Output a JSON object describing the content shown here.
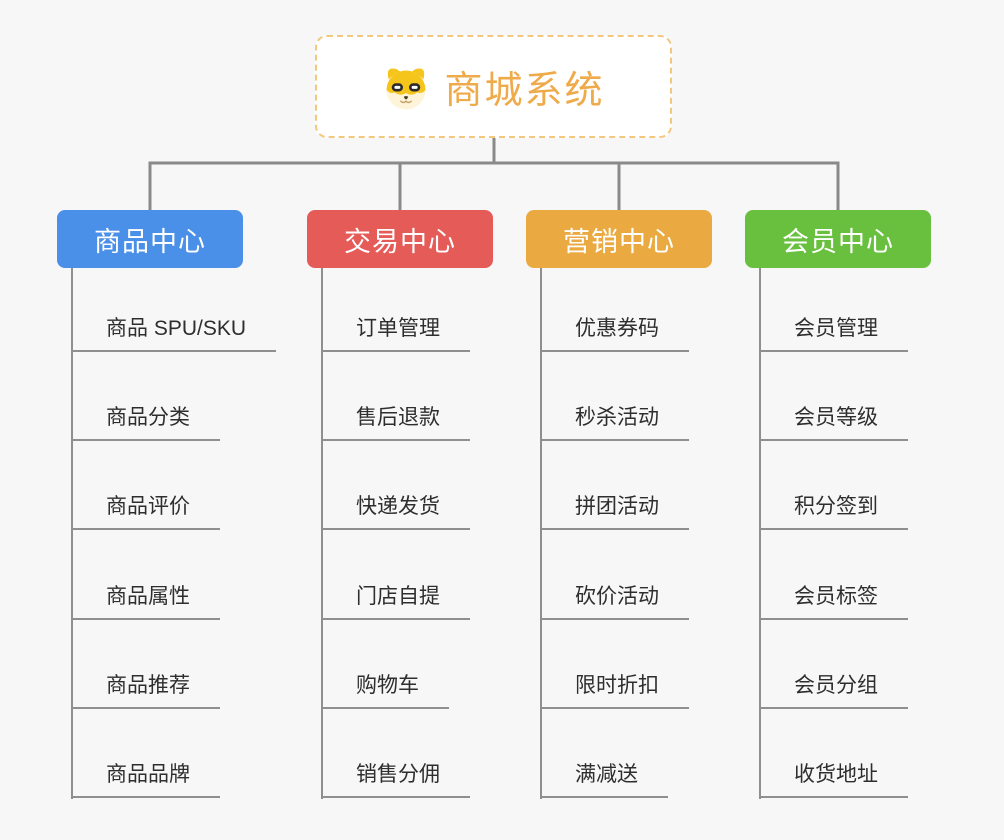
{
  "page": {
    "background": "#f7f7f7"
  },
  "root": {
    "title": "商城系统",
    "title_color": "#efaa4a",
    "border_color": "#f3c87e",
    "icon": "dog-face-icon"
  },
  "connectors": {
    "color": "#8a8a8a",
    "spine_color": "#8f8f8f"
  },
  "branches": [
    {
      "label": "商品中心",
      "color": "#4a8fe8",
      "children": [
        "商品 SPU/SKU",
        "商品分类",
        "商品评价",
        "商品属性",
        "商品推荐",
        "商品品牌"
      ]
    },
    {
      "label": "交易中心",
      "color": "#e45b58",
      "children": [
        "订单管理",
        "售后退款",
        "快递发货",
        "门店自提",
        "购物车",
        "销售分佣"
      ]
    },
    {
      "label": "营销中心",
      "color": "#eaaa41",
      "children": [
        "优惠券码",
        "秒杀活动",
        "拼团活动",
        "砍价活动",
        "限时折扣",
        "满减送"
      ]
    },
    {
      "label": "会员中心",
      "color": "#69c03f",
      "children": [
        "会员管理",
        "会员等级",
        "积分签到",
        "会员标签",
        "会员分组",
        "收货地址"
      ]
    }
  ]
}
